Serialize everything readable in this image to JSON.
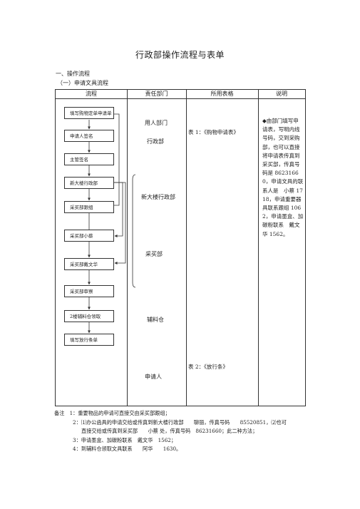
{
  "title": "行政部操作流程与表单",
  "section": "一、操作流程",
  "subsection": "（一）申请文具流程",
  "table": {
    "headers": [
      "流程",
      "责任部门",
      "所用表格",
      "说明"
    ],
    "flow_steps": [
      "填写购物定单申请单",
      "申请人签名",
      "主管签名",
      "新大楼行政部",
      "采买部跟组",
      "采买部小蔡",
      "采买部戴文华",
      "采买部审察",
      "2楼辅料仓领取",
      "填写放行条单"
    ],
    "departments": [
      "用人部门",
      "行政部",
      "新大楼行政部",
      "采买部",
      "辅料仓",
      "申请人"
    ],
    "forms": [
      "表 1：《购物申请表》",
      "表 2：《放行条》"
    ],
    "note": "◆由部门填写申请表，写明内线号码，交到采购部，也可以直接将申请表传真到采买部，传真号码是 86231660，申请文具的联系人是　小蔡 1718，申请重要器具联系跟组 1062，申请墨盒、加碳粉联系　戴文华 1562。"
  },
  "remarks": {
    "label": "备注",
    "items": [
      "1：重要物品的申请可直接交由采买部跟组；",
      "2：⑴办公函具的申请交给或传真到新大楼行政部　　聊丽，传真号码　　85520851，⑵也可",
      "直接交给或传真到采买部　　小蔡 处，传真号码　86231660；此二种方法；",
      "3：申请墨盒、加碳粉联系　戴文华　1562；",
      "4：到辅料仓领取文具联系　　阿华　　1630。"
    ]
  }
}
